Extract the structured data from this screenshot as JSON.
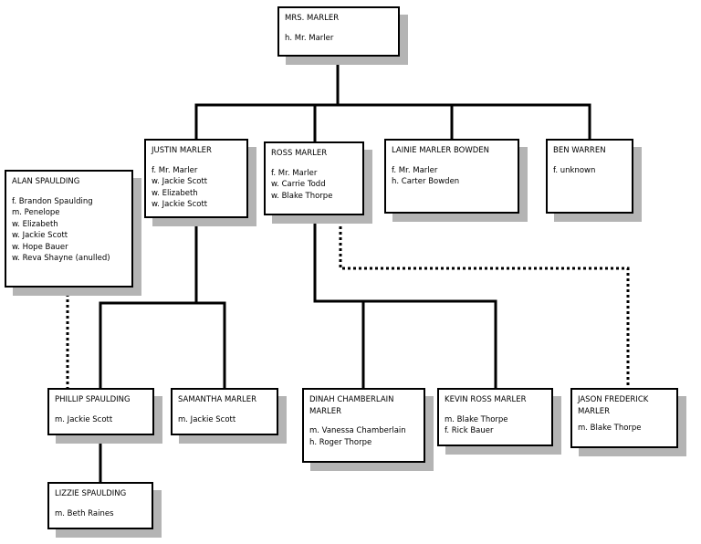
{
  "nodes": {
    "mrs_marler": {
      "name": "MRS. MARLER",
      "relations": [
        "h. Mr. Marler"
      ]
    },
    "justin_marler": {
      "name": "JUSTIN MARLER",
      "relations": [
        "f. Mr. Marler",
        "w. Jackie Scott",
        "w. Elizabeth",
        "w. Jackie Scott"
      ]
    },
    "ross_marler": {
      "name": "ROSS MARLER",
      "relations": [
        "f. Mr. Marler",
        "w. Carrie Todd",
        "w. Blake Thorpe"
      ]
    },
    "lainie_marler_bowden": {
      "name": "LAINIE MARLER BOWDEN",
      "relations": [
        "f. Mr. Marler",
        "h. Carter Bowden"
      ]
    },
    "ben_warren": {
      "name": "BEN WARREN",
      "relations": [
        "f. unknown"
      ]
    },
    "alan_spaulding": {
      "name": "ALAN SPAULDING",
      "relations": [
        "f. Brandon Spaulding",
        "m. Penelope",
        "w. Elizabeth",
        "w. Jackie Scott",
        "w. Hope Bauer",
        "w. Reva Shayne (anulled)"
      ]
    },
    "phillip_spaulding": {
      "name": "PHILLIP SPAULDING",
      "relations": [
        "m. Jackie Scott"
      ]
    },
    "samantha_marler": {
      "name": "SAMANTHA MARLER",
      "relations": [
        "m. Jackie Scott"
      ]
    },
    "dinah_chamberlain_marler": {
      "name": "DINAH CHAMBERLAIN MARLER",
      "relations": [
        "m. Vanessa Chamberlain",
        "h. Roger Thorpe"
      ]
    },
    "kevin_ross_marler": {
      "name": "KEVIN ROSS MARLER",
      "relations": [
        "m. Blake Thorpe",
        "f. Rick Bauer"
      ]
    },
    "jason_frederick_marler": {
      "name": "JASON FREDERICK MARLER",
      "relations": [
        "m. Blake Thorpe"
      ]
    },
    "lizzie_spaulding": {
      "name": "LIZZIE SPAULDING",
      "relations": [
        "m. Beth Raines"
      ]
    }
  },
  "colors": {
    "line": "#000000",
    "shadow": "#b4b4b4",
    "box_fill": "#ffffff"
  }
}
